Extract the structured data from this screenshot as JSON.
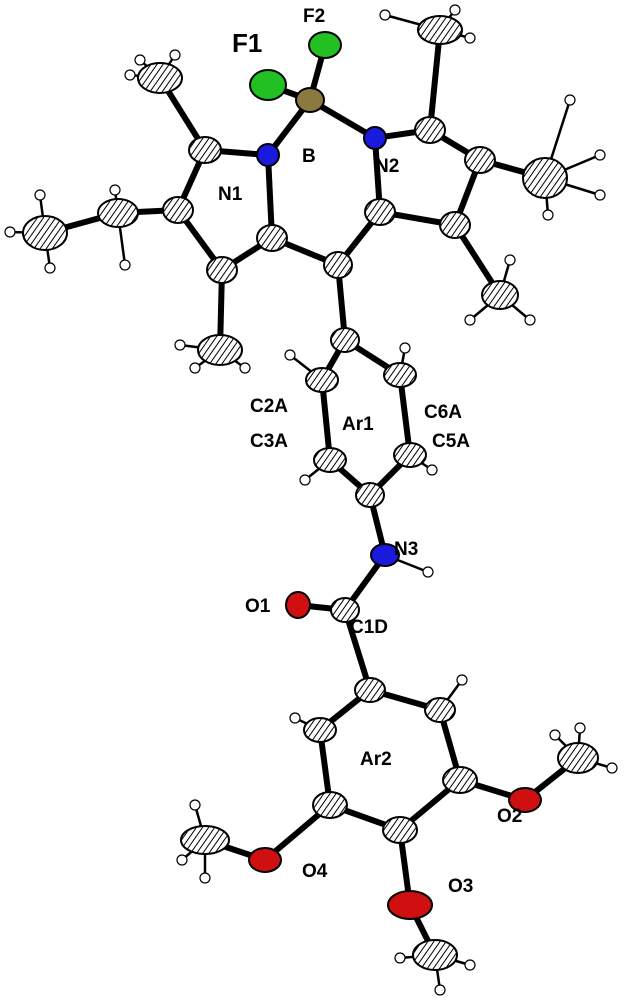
{
  "figure": {
    "type": "ORTEP crystal structure",
    "colors": {
      "carbon": "#ffffff",
      "nitrogen": "#1a1adc",
      "oxygen": "#d01010",
      "fluorine": "#22c022",
      "boron": "#8a7a40",
      "hydrogen": "#ffffff"
    },
    "labels": {
      "F1": "F1",
      "F2": "F2",
      "B": "B",
      "N1": "N1",
      "N2": "N2",
      "C2A": "C2A",
      "C3A": "C3A",
      "Ar1": "Ar1",
      "C5A": "C5A",
      "C6A": "C6A",
      "N3": "N3",
      "O1": "O1",
      "C1D": "C1D",
      "Ar2": "Ar2",
      "O2": "O2",
      "O3": "O3",
      "O4": "O4"
    }
  }
}
